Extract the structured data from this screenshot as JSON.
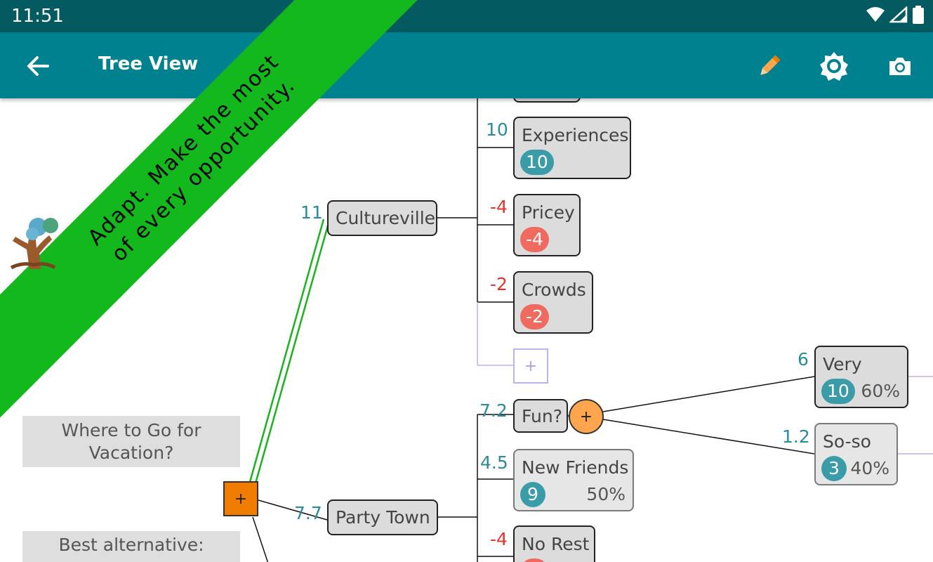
{
  "status_bar": {
    "time": "11:51"
  },
  "app_bar": {
    "title": "Tree View"
  },
  "banner": {
    "line1": "Adapt. Make the most",
    "line2": "of every opportunity."
  },
  "notes": {
    "question": "Where to Go for Vacation?",
    "best": "Best alternative:"
  },
  "alternatives": [
    {
      "label": "Cultureville",
      "value": "11"
    },
    {
      "label": "Party Town",
      "value": "7.7"
    }
  ],
  "culture_children": [
    {
      "label": "Experiences",
      "value": "10",
      "score": "10"
    },
    {
      "label": "Pricey",
      "value": "-4",
      "score": "-4"
    },
    {
      "label": "Crowds",
      "value": "-2",
      "score": "-2"
    }
  ],
  "party_children": [
    {
      "label": "Fun?",
      "value": "7.2"
    },
    {
      "label": "New Friends",
      "value": "4.5",
      "score": "9",
      "pct": "50%"
    },
    {
      "label": "No Rest",
      "value": "-4"
    }
  ],
  "fun_outcomes": [
    {
      "label": "Very",
      "value": "6",
      "score": "10",
      "pct": "60%"
    },
    {
      "label": "So-so",
      "value": "1.2",
      "score": "3",
      "pct": "40%"
    }
  ],
  "symbols": {
    "add": "+"
  },
  "colors": {
    "status_bar": "#035a60",
    "app_bar": "#008190",
    "banner": "#12b81c",
    "decision": "#f07c00",
    "chance": "#ffa54d",
    "positive": "#3a9ca8",
    "negative": "#f06a5f"
  }
}
